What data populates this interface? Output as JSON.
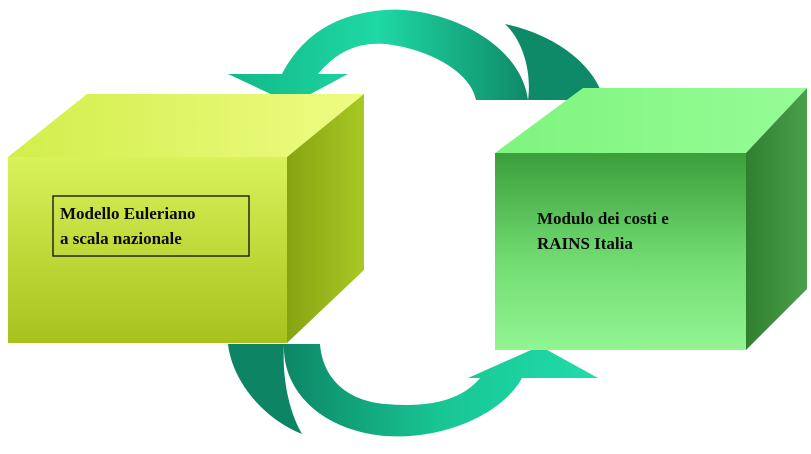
{
  "diagram": {
    "left_box": {
      "line1": "Modello Euleriano",
      "line2": "a scala nazionale"
    },
    "right_box": {
      "line1": "Modulo dei costi e",
      "line2": "RAINS Italia"
    },
    "colors": {
      "left_front_top": "#d8f25a",
      "left_front_bottom": "#a8c21c",
      "left_top_face": "#e6fa76",
      "left_side_face": "#9ab818",
      "right_front_top": "#3ea63e",
      "right_front_bottom": "#8cf08c",
      "right_top_face": "#8cfa8c",
      "right_side_face": "#3c8e3c",
      "arrow_light": "#19d7a0",
      "arrow_dark": "#0f8f6c"
    }
  }
}
